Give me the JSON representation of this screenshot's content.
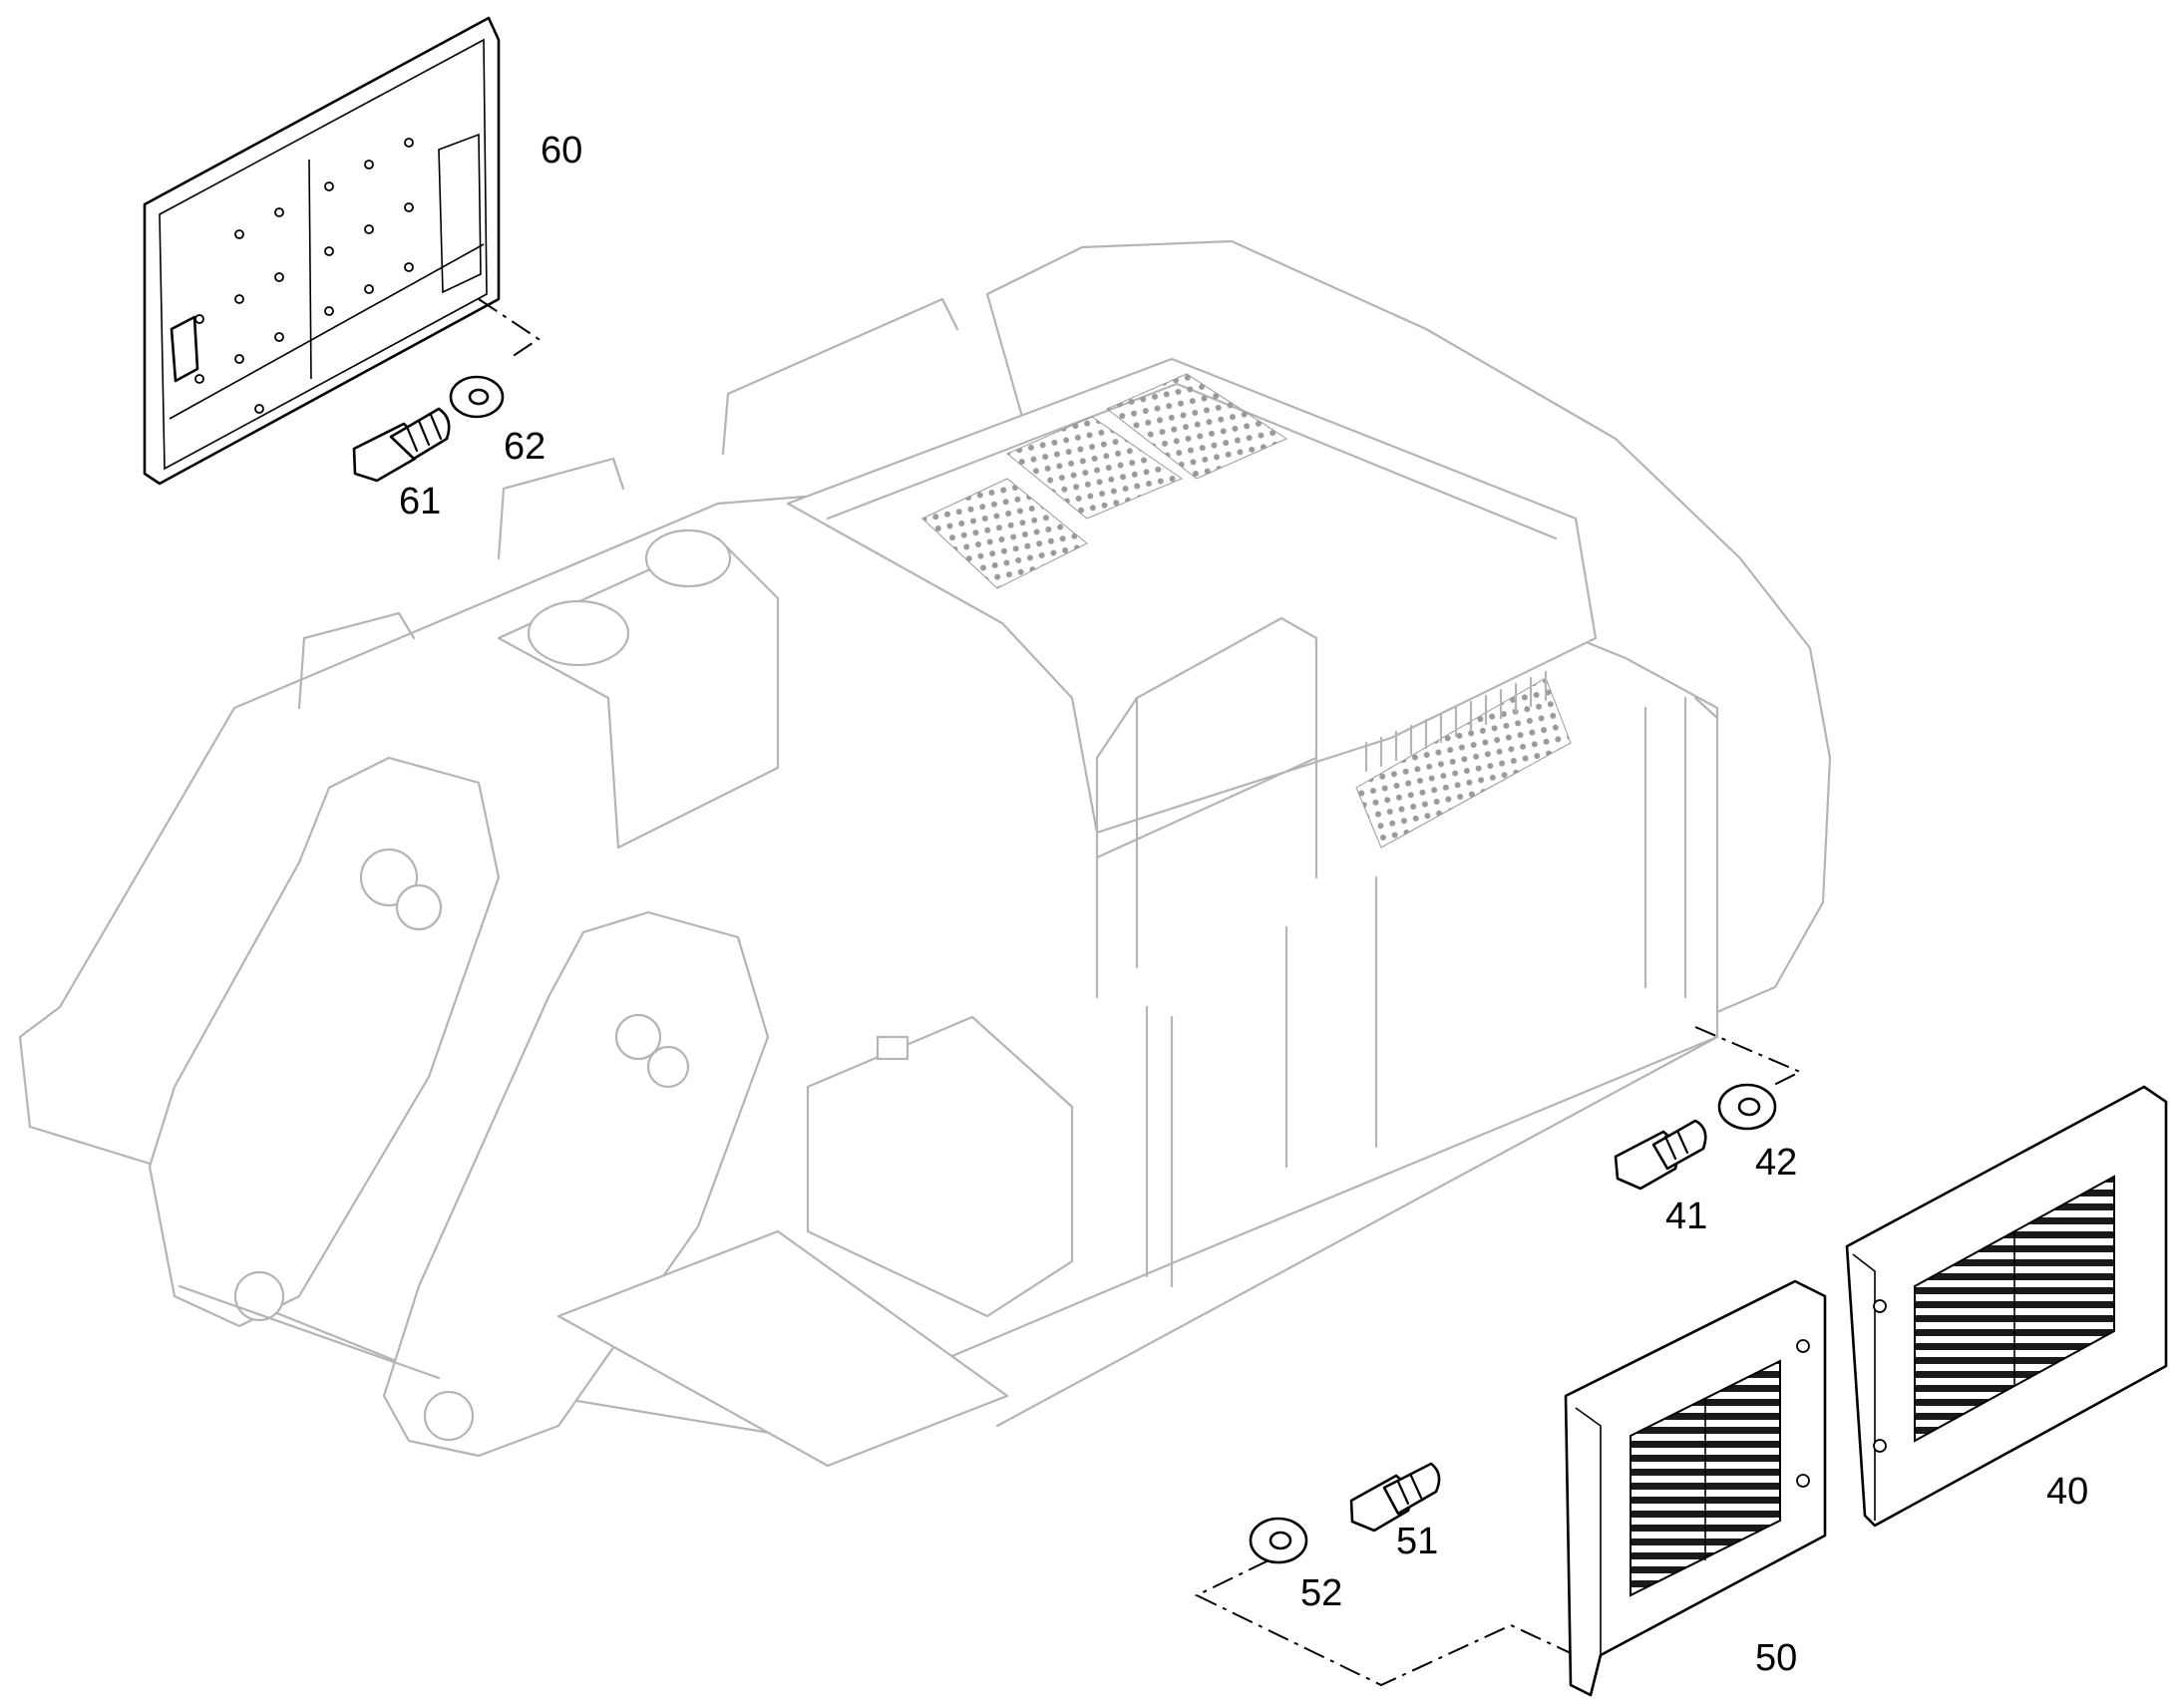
{
  "callouts": {
    "p60": "60",
    "p61": "61",
    "p62": "62",
    "p41": "41",
    "p42": "42",
    "p51": "51",
    "p52": "52",
    "p50": "50",
    "p40": "40"
  },
  "colors": {
    "ink": "#000000",
    "frame_outline": "#b4b4b4",
    "paper": "#ffffff"
  }
}
